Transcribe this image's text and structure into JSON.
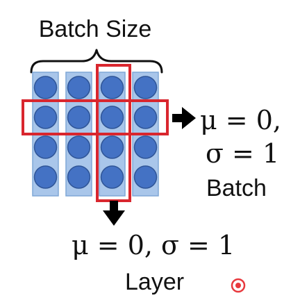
{
  "title": "Batch Size",
  "grid": {
    "rows": 4,
    "cols": 4
  },
  "batch_norm": {
    "mu_eq": "μ = 0,",
    "sigma_eq": "σ = 1",
    "label": "Batch"
  },
  "layer_norm": {
    "eq": "μ = 0, σ = 1",
    "label": "Layer"
  },
  "colors": {
    "cell_bg": "#a9c6ea",
    "cell_border": "#7fa7d6",
    "neuron": "#4472c4",
    "neuron_border": "#2f5597",
    "highlight": "#d9262e",
    "arrow": "#000000",
    "brace": "#111111",
    "cursor_dot": "#e8383d"
  }
}
